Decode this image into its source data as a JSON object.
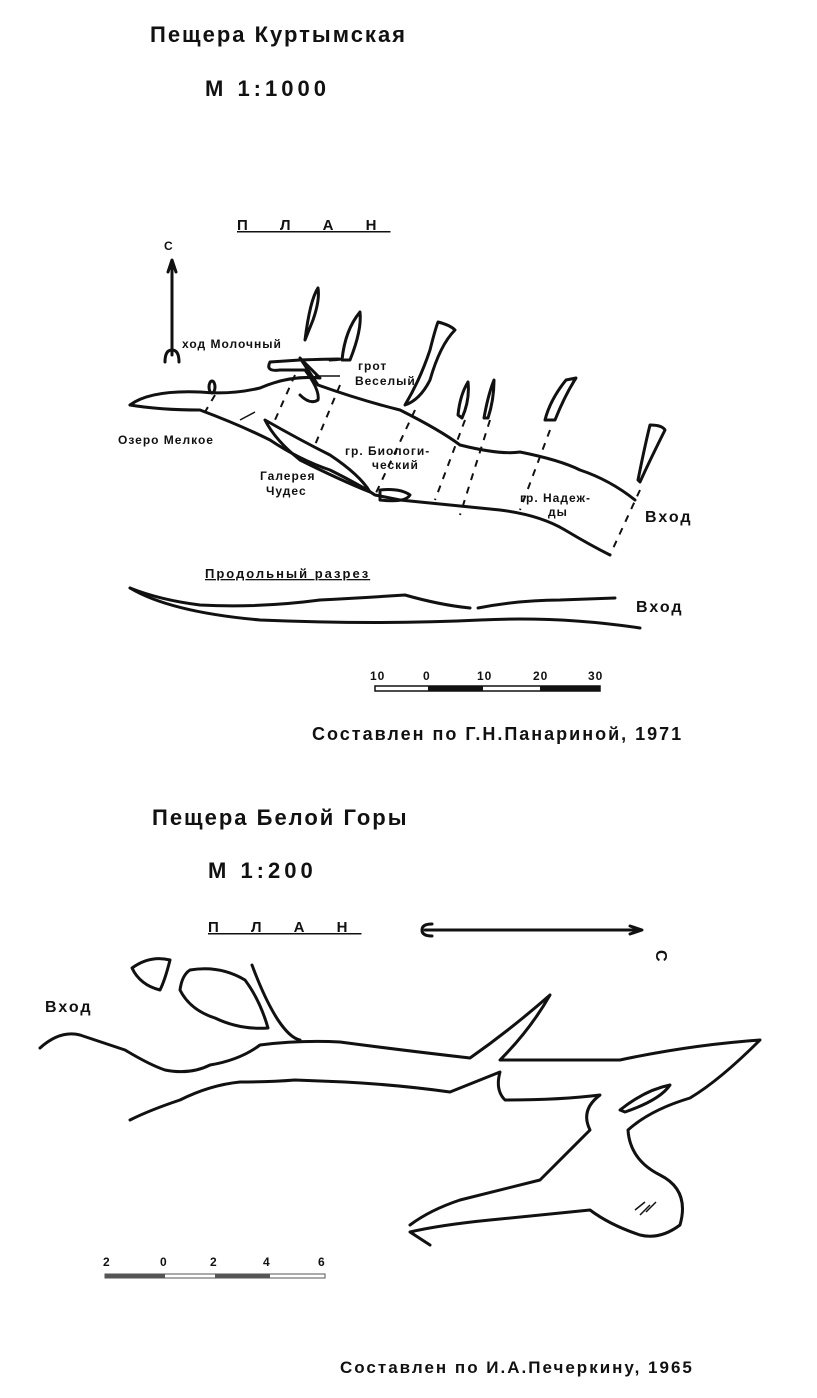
{
  "cave1": {
    "title": "Пещера Куртымская",
    "scale": "М 1:1000",
    "plan_label": "П Л А Н",
    "north": "С",
    "labels": {
      "hod_molochny": "ход Молочный",
      "grot_vesely_1": "грот",
      "grot_vesely_2": "Веселый",
      "ozero": "Озеро Мелкое",
      "galereya_1": "Галерея",
      "galereya_2": "Чудес",
      "biolog_1": "гр. Биологи-",
      "biolog_2": "ческий",
      "nadezhdy_1": "гр. Надеж-",
      "nadezhdy_2": "ды",
      "entrance": "Вход"
    },
    "section_label": "Продольный разрез",
    "section_entrance": "Вход",
    "scale_bar_ticks": [
      "10",
      "0",
      "10",
      "20",
      "30"
    ],
    "credit": "Составлен по Г.Н.Панариной, 1971"
  },
  "cave2": {
    "title": "Пещера Белой Горы",
    "scale": "М 1:200",
    "plan_label": "П Л А Н",
    "north": "С",
    "entrance": "Вход",
    "scale_bar_ticks": [
      "2",
      "0",
      "2",
      "4",
      "6"
    ],
    "credit": "Составлен по И.А.Печеркину, 1965"
  }
}
